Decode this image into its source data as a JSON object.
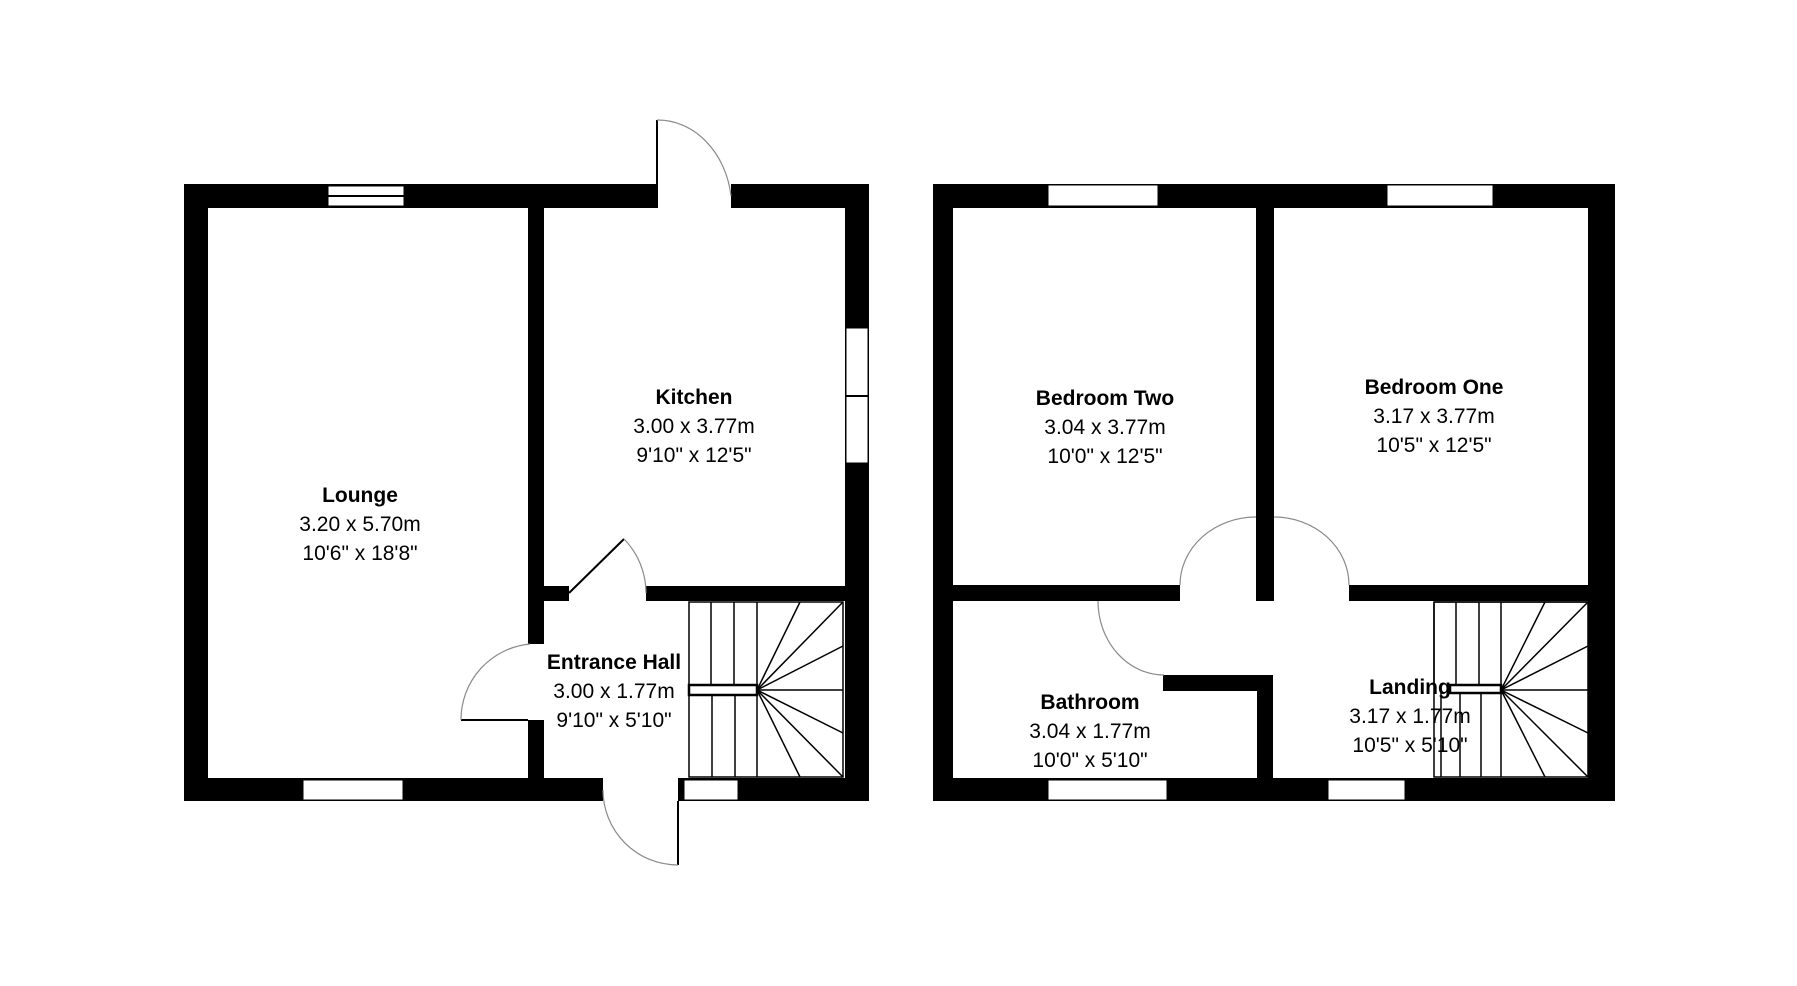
{
  "floors": [
    {
      "id": "ground-floor",
      "rooms": [
        {
          "name": "Lounge",
          "metric": "3.20 x 5.70m",
          "imperial": "10'6\" x 18'8\""
        },
        {
          "name": "Kitchen",
          "metric": "3.00 x 3.77m",
          "imperial": "9'10\" x 12'5\""
        },
        {
          "name": "Entrance Hall",
          "metric": "3.00 x 1.77m",
          "imperial": "9'10\" x 5'10\""
        }
      ]
    },
    {
      "id": "first-floor",
      "rooms": [
        {
          "name": "Bedroom Two",
          "metric": "3.04 x 3.77m",
          "imperial": "10'0\" x 12'5\""
        },
        {
          "name": "Bedroom One",
          "metric": "3.17 x 3.77m",
          "imperial": "10'5\" x 12'5\""
        },
        {
          "name": "Bathroom",
          "metric": "3.04 x 1.77m",
          "imperial": "10'0\" x 5'10\""
        },
        {
          "name": "Landing",
          "metric": "3.17 x 1.77m",
          "imperial": "10'5\" x 5'10\""
        }
      ]
    }
  ],
  "colors": {
    "wall": "#000000",
    "background": "#ffffff",
    "door_arc": "#8a8a8a"
  }
}
